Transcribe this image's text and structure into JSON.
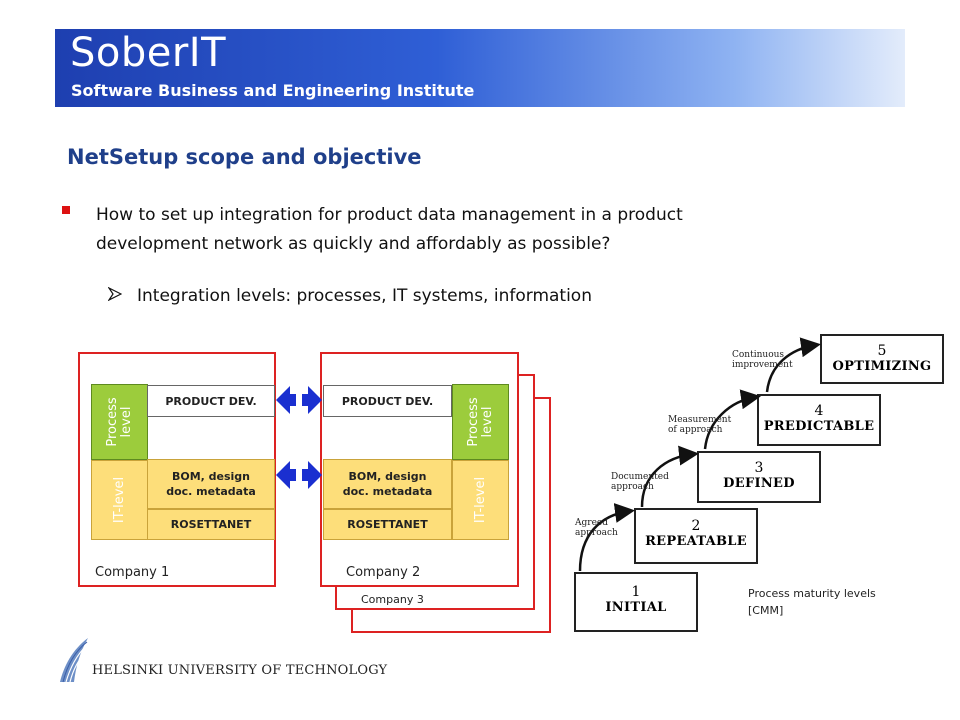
{
  "header": {
    "brand": "SoberIT",
    "subtitle": "Software Business and Engineering Institute"
  },
  "slide": {
    "title": "NetSetup scope and objective",
    "bullet1": {
      "line1": "How to set up integration for product data management in a product",
      "line2": "development network as quickly and affordably as possible?"
    },
    "subbullet1": "Integration levels: processes, IT systems, information"
  },
  "diagram": {
    "company1": {
      "name": "Company 1",
      "process_label_1": "Process",
      "process_label_2": "level",
      "it_label": "IT-level",
      "product_dev": "PRODUCT DEV.",
      "bom_1": "BOM, design",
      "bom_2": "doc. metadata",
      "rosettanet": "ROSETTANET"
    },
    "company2": {
      "name": "Company 2",
      "process_label_1": "Process",
      "process_label_2": "level",
      "it_label": "IT-level",
      "product_dev": "PRODUCT DEV.",
      "bom_1": "BOM, design",
      "bom_2": "doc. metadata",
      "rosettanet": "ROSETTANET"
    },
    "company3": {
      "name": "Company 3"
    },
    "colors": {
      "frame": "#dd2222",
      "process": "#9ccc3c",
      "it": "#fdde7a",
      "arrow": "#1a2fd0"
    }
  },
  "cmm": {
    "levels": [
      {
        "num": "1",
        "name": "INITIAL"
      },
      {
        "num": "2",
        "name": "REPEATABLE"
      },
      {
        "num": "3",
        "name": "DEFINED"
      },
      {
        "num": "4",
        "name": "PREDICTABLE"
      },
      {
        "num": "5",
        "name": "OPTIMIZING"
      }
    ],
    "transitions": [
      {
        "l1": "Agreed",
        "l2": "approach"
      },
      {
        "l1": "Documented",
        "l2": "approach"
      },
      {
        "l1": "Measurement",
        "l2": "of approach"
      },
      {
        "l1": "Continuous",
        "l2": "improvement"
      }
    ],
    "caption_1": "Process maturity levels",
    "caption_2": "[CMM]"
  },
  "footer": {
    "university": "HELSINKI UNIVERSITY OF TECHNOLOGY"
  }
}
